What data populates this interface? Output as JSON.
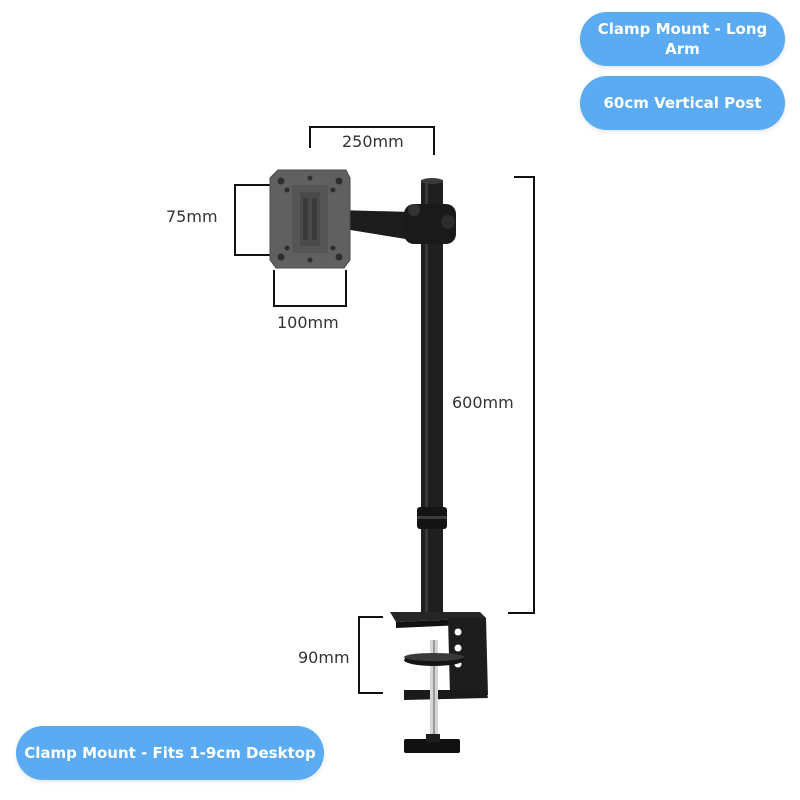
{
  "badges": {
    "long_arm": "Clamp Mount - Long Arm",
    "vertical_post": "60cm Vertical Post",
    "clamp_fit": "Clamp Mount - Fits 1-9cm Desktop"
  },
  "dimensions": {
    "arm_length": "250mm",
    "vesa_height": "75mm",
    "vesa_width": "100mm",
    "post_height": "600mm",
    "clamp_height": "90mm"
  },
  "colors": {
    "badge_bg": "#5aabf2",
    "badge_text": "#ffffff",
    "mount_metal": "#1f1f1f",
    "vesa_plate": "#5f5f5f"
  },
  "product": {
    "name": "monitor-mount-illustration"
  }
}
